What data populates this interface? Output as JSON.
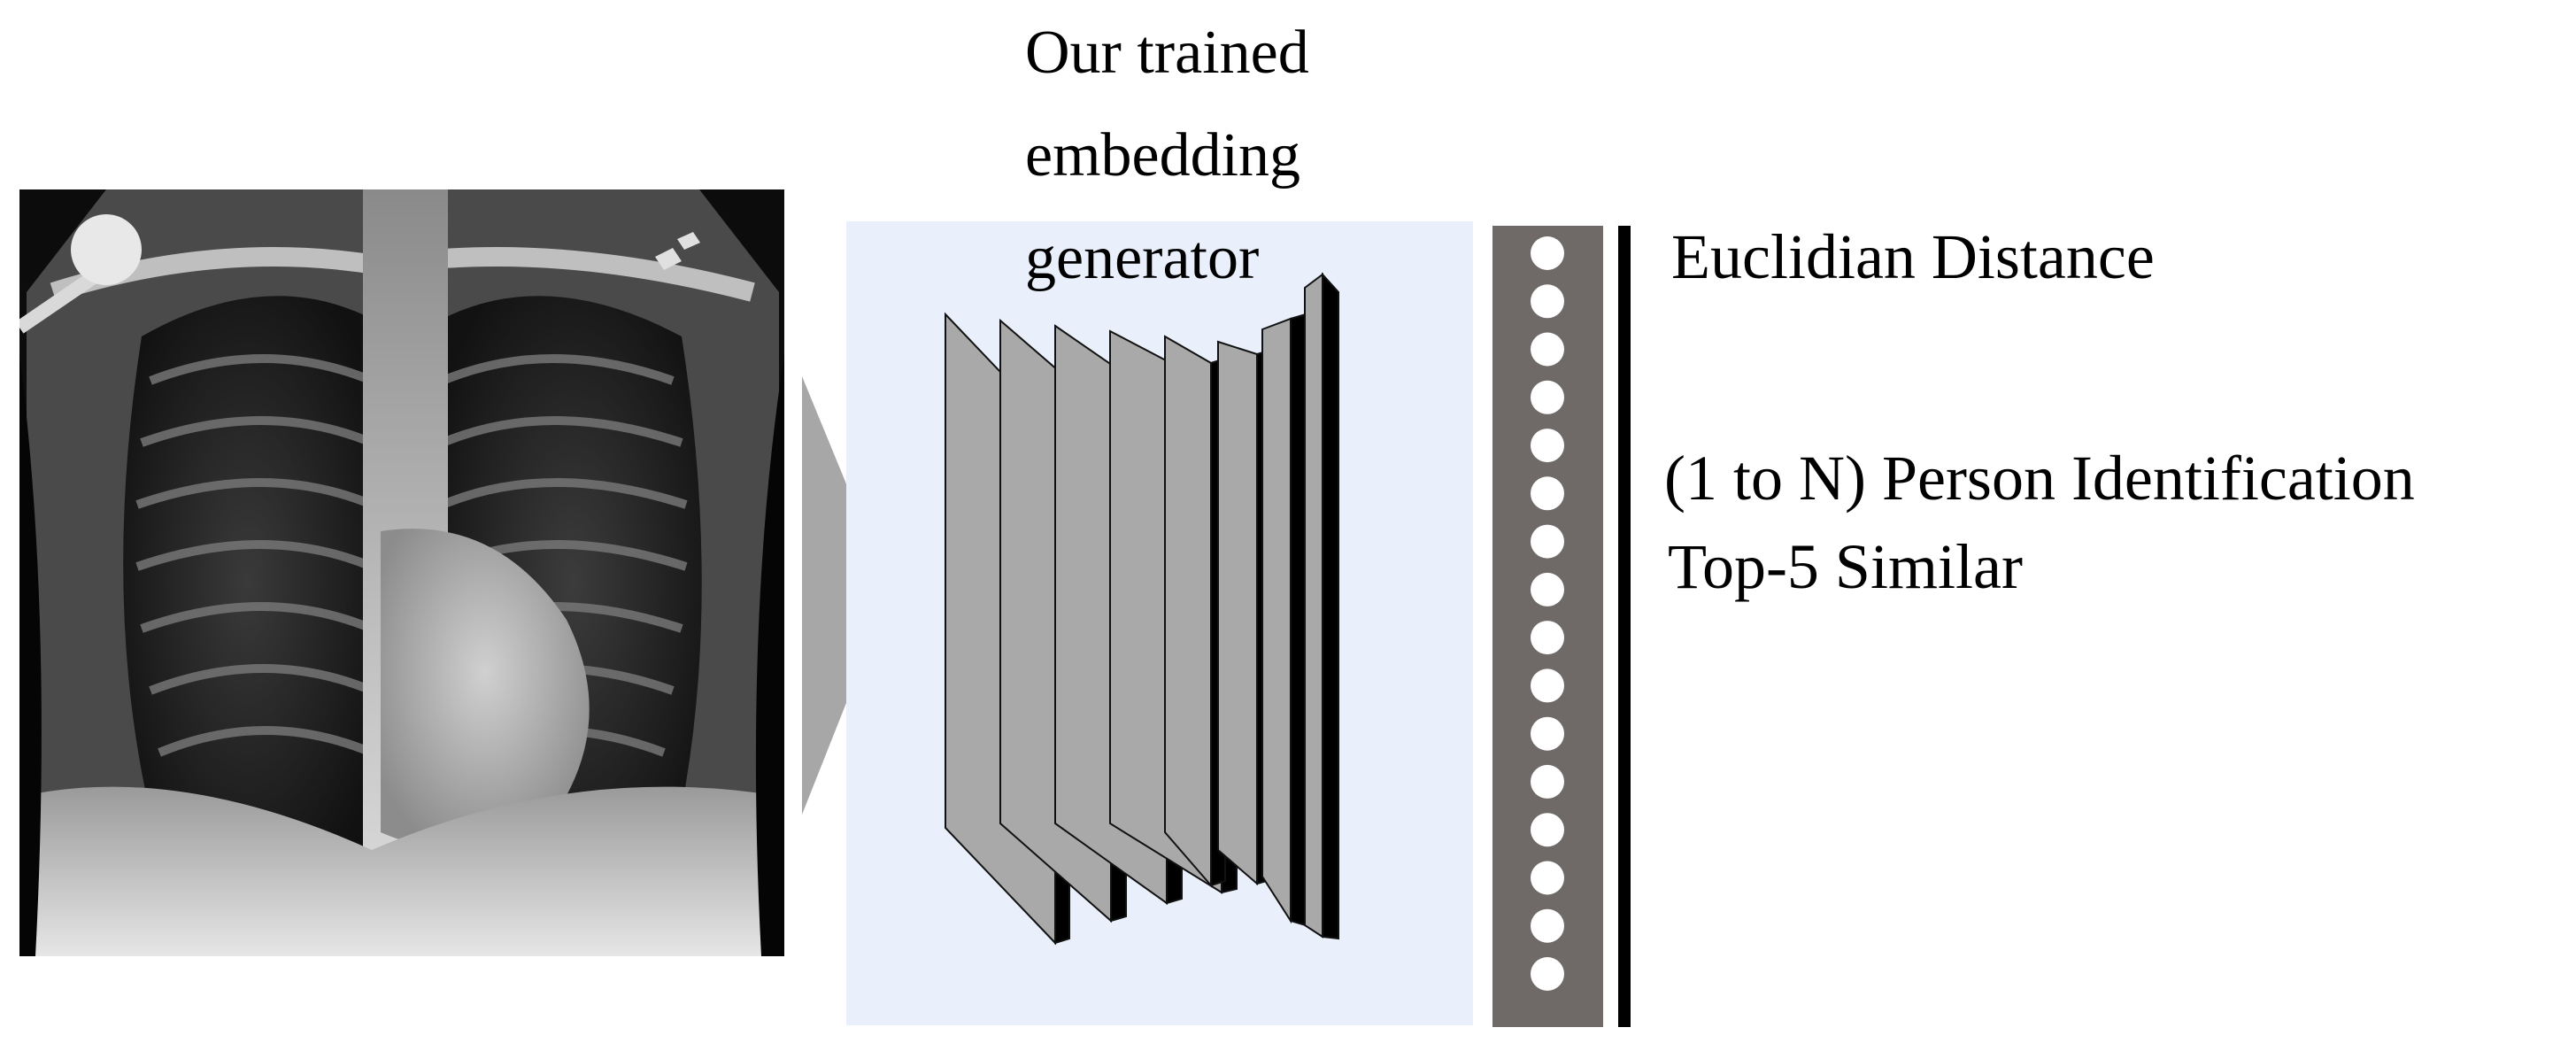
{
  "generator": {
    "label_lines": [
      "Our trained",
      "embedding",
      "generator"
    ],
    "panel_color": "#e9f0fb"
  },
  "input_image": {
    "icon": "chest-xray-image"
  },
  "embedding": {
    "node_count": 16,
    "bar_color": "#6f6a68"
  },
  "outputs": {
    "metric": "Euclidian Distance",
    "identification": "(1 to N) Person Identification",
    "ranking": "Top-5 Similar"
  }
}
